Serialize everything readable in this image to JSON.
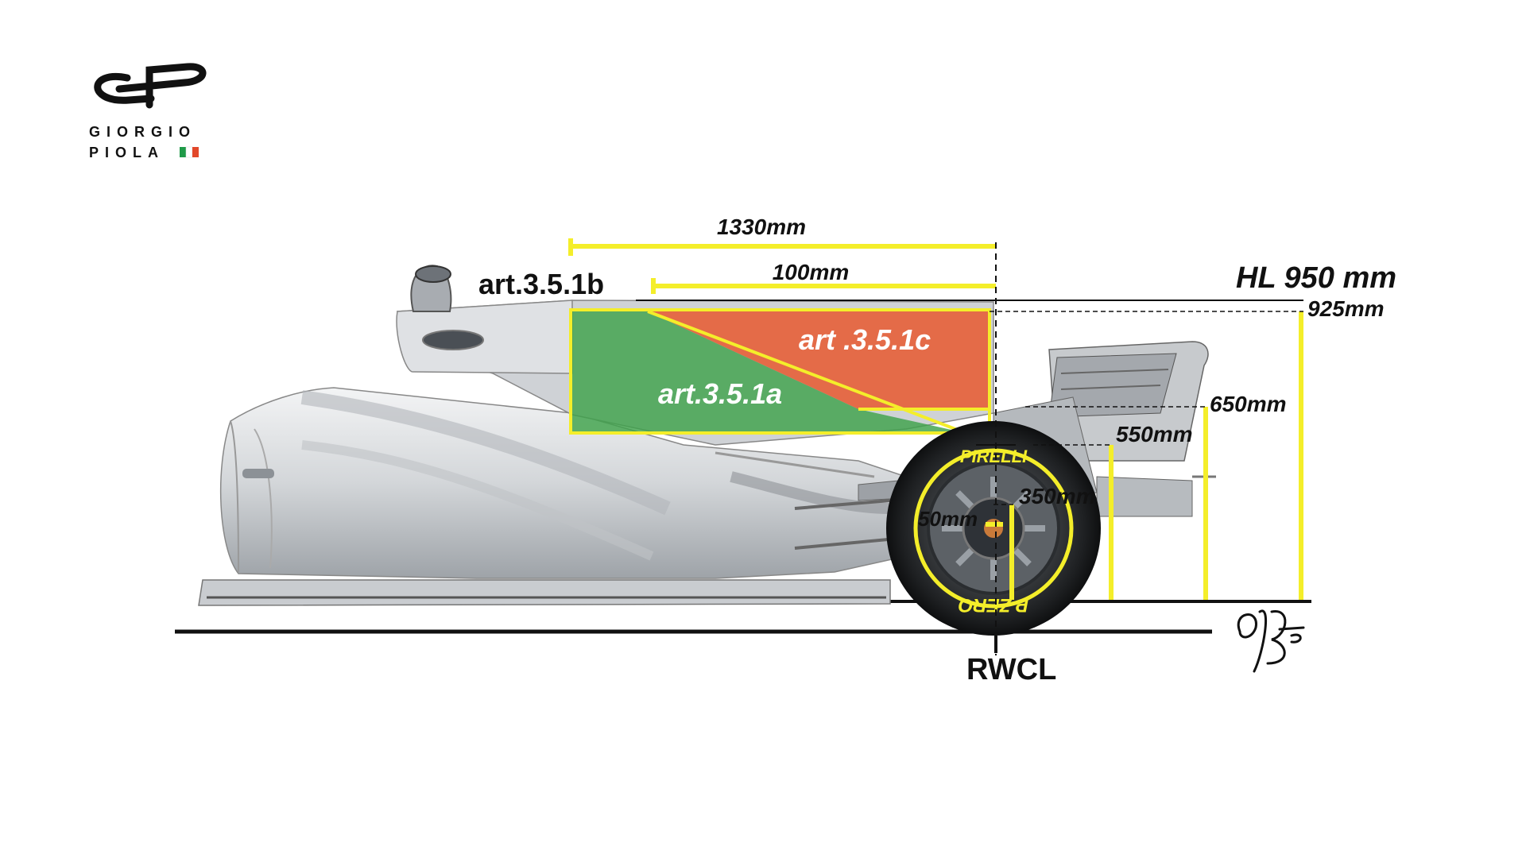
{
  "logo": {
    "line1": "GIORGIO",
    "line2": "PIOLA",
    "flag_colors": [
      "#1f9a48",
      "#ffffff",
      "#e2482a"
    ]
  },
  "colors": {
    "dimension_line": "#f4ee2a",
    "zone_green": "#3ea24a",
    "zone_orange": "#e8592f",
    "car_body": "#d7d9dc",
    "ink": "#111111"
  },
  "labels": {
    "width_1330": "1330mm",
    "width_100": "100mm",
    "art_b": "art.3.5.1b",
    "art_c": "art .3.5.1c",
    "art_a": "art.3.5.1a",
    "hl": "HL 950 mm",
    "h925": "925mm",
    "h650": "650mm",
    "h550": "550mm",
    "h350": "350mm",
    "h50": "50mm",
    "rwcl": "RWCL"
  },
  "tyre": {
    "brand_top": "PIRELLI",
    "brand_bottom": "P ZERO"
  }
}
